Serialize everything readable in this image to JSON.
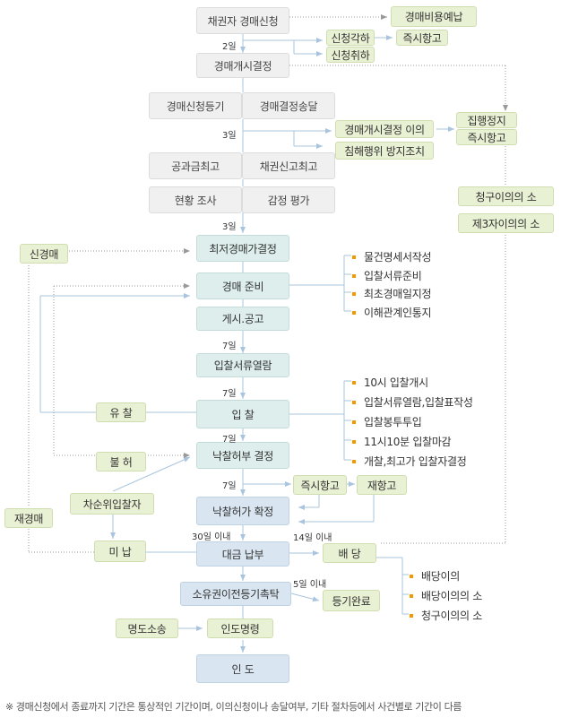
{
  "boxes": {
    "creditor_request": "채권자 경매신청",
    "cost_prepay": "경매비용예납",
    "reject": "신청각하",
    "withdraw": "신청취하",
    "immediate_appeal_1": "즉시항고",
    "start_decision": "경매개시결정",
    "registration": "경매신청등기",
    "service": "경매결정송달",
    "start_objection": "경매개시결정 이의",
    "prevent_infringement": "침해행위 방지조치",
    "stay_execution": "집행정지",
    "immediate_appeal_2": "즉시항고",
    "public_dues_notice": "공과금최고",
    "claim_report_notice": "채권신고최고",
    "claim_objection_suit": "청구이의의 소",
    "status_survey": "현황 조사",
    "appraisal": "감정 평가",
    "third_party_suit": "제3자이의의 소",
    "new_auction": "신경매",
    "min_price": "최저경매가결정",
    "auction_prep": "경매 준비",
    "publication": "게시.공고",
    "bid_doc_review": "입찰서류열람",
    "failed_bid": "유 찰",
    "bidding": "입 찰",
    "disallow": "불 허",
    "sale_decision": "낙찰허부 결정",
    "second_bidder": "차순위입찰자",
    "immediate_appeal_3": "즉시항고",
    "reappeal": "재항고",
    "re_auction": "재경매",
    "sale_confirm": "낙찰허가 확정",
    "non_payment": "미 납",
    "payment": "대금 납부",
    "distribution": "배 당",
    "ownership_transfer": "소유권이전등기촉탁",
    "reg_complete": "등기완료",
    "eviction_suit": "명도소송",
    "delivery_order": "인도명령",
    "delivery": "인 도"
  },
  "labels": {
    "d2": "2일",
    "d3a": "3일",
    "d3b": "3일",
    "d7a": "7일",
    "d7b": "7일",
    "d7c": "7일",
    "d7d": "7일",
    "d30": "30일 이내",
    "d14": "14일 이내",
    "d5": "5일 이내"
  },
  "prep_items": [
    "물건명세서작성",
    "입찰서류준비",
    "최초경매일지정",
    "이해관계인통지"
  ],
  "bid_items": [
    "10시 입찰개시",
    "입찰서류열람,입찰표작성",
    "입찰봉투투입",
    "11시10분 입찰마감",
    "개찰,최고가 입찰자결정"
  ],
  "dist_items": [
    "배당이의",
    "배당이의의 소",
    "청구이의의 소"
  ],
  "colors": {
    "bullet": "#f39800",
    "arrow": "#a9c4de",
    "dotted": "#999999"
  },
  "footnote": "※ 경매신청에서 종료까지 기간은 통상적인 기간이며, 이의신청이나 송달여부, 기타 절차등에서 사건별로 기간이 다름"
}
